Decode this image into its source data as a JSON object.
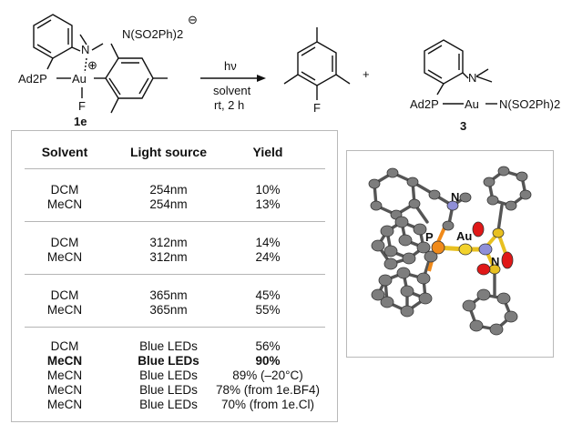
{
  "scheme": {
    "reactant_anion": "N(SO2Ph)2",
    "reactant_charge": "⊖",
    "reactant_cation_charge": "⊕",
    "reactant_ad2p": "Ad2P",
    "reactant_au": "Au",
    "reactant_f": "F",
    "reactant_nme2_n": "N",
    "reactant_label": "1e",
    "arrow_above": "hν",
    "arrow_below_1": "solvent",
    "arrow_below_2": "rt, 2 h",
    "product_f": "F",
    "plus": "+",
    "product3_ad2p": "Ad2P",
    "product3_au": "Au",
    "product3_ligand": "N(SO2Ph)2",
    "product3_n": "N",
    "product3_label": "3"
  },
  "table": {
    "headers": [
      "Solvent",
      "Light source",
      "Yield"
    ],
    "groups": [
      [
        [
          "DCM",
          "254nm",
          "10%"
        ],
        [
          "MeCN",
          "254nm",
          "13%"
        ]
      ],
      [
        [
          "DCM",
          "312nm",
          "14%"
        ],
        [
          "MeCN",
          "312nm",
          "24%"
        ]
      ],
      [
        [
          "DCM",
          "365nm",
          "45%"
        ],
        [
          "MeCN",
          "365nm",
          "55%"
        ]
      ],
      [
        [
          "DCM",
          "Blue LEDs",
          "56%"
        ],
        [
          "MeCN",
          "Blue LEDs",
          "90%"
        ],
        [
          "MeCN",
          "Blue LEDs",
          "89% (–20°C)"
        ],
        [
          "MeCN",
          "Blue LEDs",
          "78% (from 1e.BF4)"
        ],
        [
          "MeCN",
          "Blue LEDs",
          "70% (from 1e.Cl)"
        ]
      ]
    ],
    "bold_row": "MeCN Blue LEDs 90%"
  },
  "crystal": {
    "label_p": "P",
    "label_au": "Au",
    "label_n_amine": "N",
    "label_n_imide": "N"
  },
  "colors": {
    "carbon": "#7d7d7d",
    "phosphorus": "#f08a1a",
    "gold": "#f2d22c",
    "nitrogen": "#8f8fd8",
    "oxygen": "#e01818",
    "sulfur": "#e8c020"
  }
}
